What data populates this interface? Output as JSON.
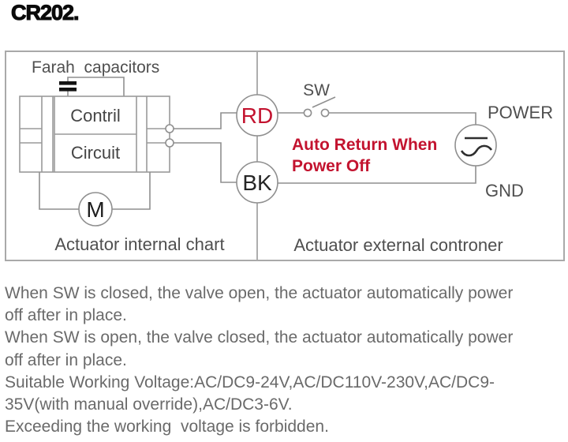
{
  "title": "CR202.",
  "diagram": {
    "capacitor_label": "Farah  capacitors",
    "control_box": {
      "line1": "Contril",
      "line2": "Circuit"
    },
    "motor_label": "M",
    "red_wire_label": "RD",
    "black_wire_label": "BK",
    "switch_label": "SW",
    "power_label": "POWER",
    "ground_label": "GND",
    "annotation": {
      "line1": "Auto Return When",
      "line2": "Power Off"
    },
    "captions": {
      "internal": "Actuator internal chart",
      "external": "Actuator external controner"
    },
    "colors": {
      "wire_gray": "#8f8f8f",
      "label_gray": "#4f4f4f",
      "annotation_red": "#c3132f",
      "capacitor_black": "#121212"
    }
  },
  "notes": {
    "lines": [
      "When SW is closed, the valve open, the actuator automatically power",
      "off after in place.",
      "When SW is open, the valve closed, the actuator automatically power",
      "off after in place.",
      "Suitable Working Voltage:AC/DC9-24V,AC/DC110V-230V,AC/DC9-",
      "35V(with manual override),AC/DC3-6V.",
      "Exceeding the working  voltage is forbidden."
    ],
    "text_color": "#6a6a6a"
  }
}
